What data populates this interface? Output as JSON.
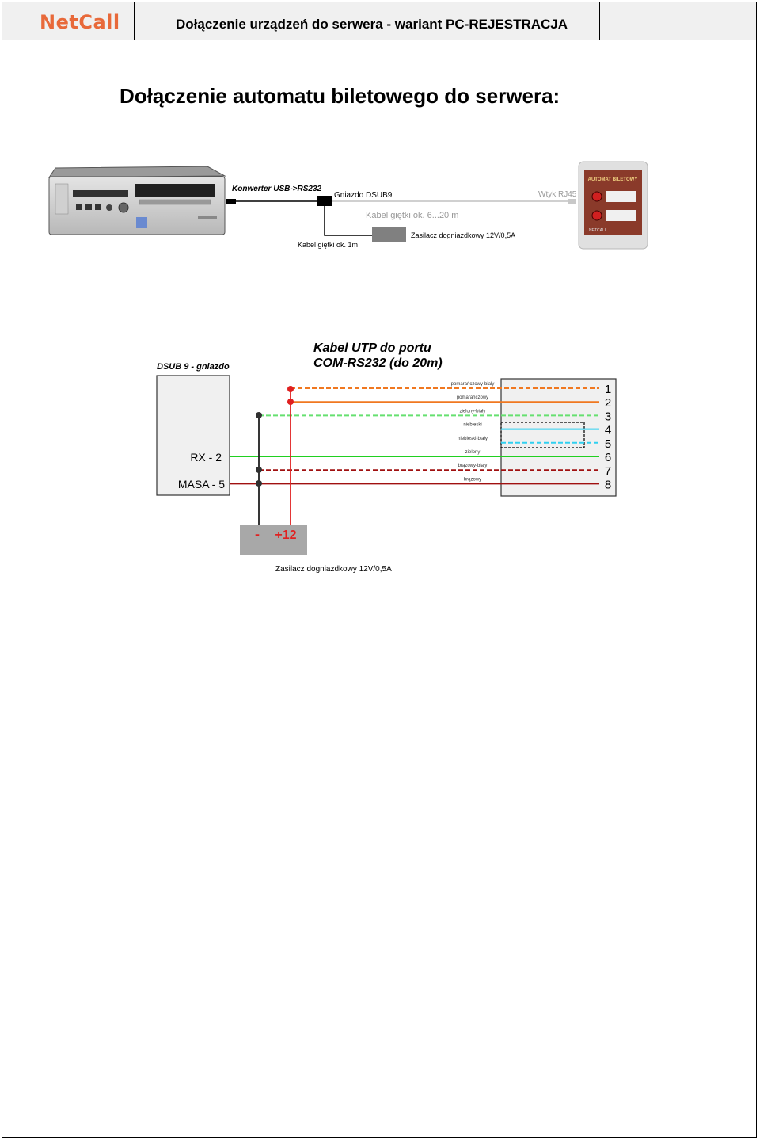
{
  "header": {
    "logo": "NetCall",
    "title": "Dołączenie urządzeń do serwera - wariant PC-REJESTRACJA"
  },
  "main_title": "Dołączenie automatu biletowego do serwera:",
  "top_diagram": {
    "converter_label": "Konwerter USB->RS232",
    "dsub_socket_label": "Gniazdo DSUB9",
    "rj45_label": "Wtyk RJ45",
    "long_cable_label": "Kabel giętki ok. 6...20 m",
    "short_cable_label": "Kabel giętki ok. 1m",
    "psu_label": "Zasilacz dogniazdkowy 12V/0,5A",
    "device_panel_title": "AUTOMAT BILETOWY",
    "device_brand": "NETCALL"
  },
  "wiring": {
    "dsub_title": "DSUB 9 - gniazdo",
    "utp_title_line1": "Kabel  UTP do portu",
    "utp_title_line2": "COM-RS232 (do 20m)",
    "pin_rx": "RX - 2",
    "pin_gnd": "MASA - 5",
    "wires": [
      {
        "pin": "1",
        "label": "pomarańczowy-biały",
        "color": "#f07820",
        "dashed": true
      },
      {
        "pin": "2",
        "label": "pomarańczowy",
        "color": "#f07820",
        "dashed": false
      },
      {
        "pin": "3",
        "label": "zielony-biały",
        "color": "#66e070",
        "dashed": true
      },
      {
        "pin": "4",
        "label": "niebieski",
        "color": "#30d0f0",
        "dashed": false
      },
      {
        "pin": "5",
        "label": "niebieski-biały",
        "color": "#30d0f0",
        "dashed": true
      },
      {
        "pin": "6",
        "label": "zielony",
        "color": "#20d020",
        "dashed": false
      },
      {
        "pin": "7",
        "label": "brązowy-biały",
        "color": "#a01010",
        "dashed": true
      },
      {
        "pin": "8",
        "label": "brązowy",
        "color": "#a01010",
        "dashed": false
      }
    ],
    "psu_minus": "-",
    "psu_plus": "+12",
    "psu_label": "Zasilacz dogniazdkowy 12V/0,5A"
  }
}
